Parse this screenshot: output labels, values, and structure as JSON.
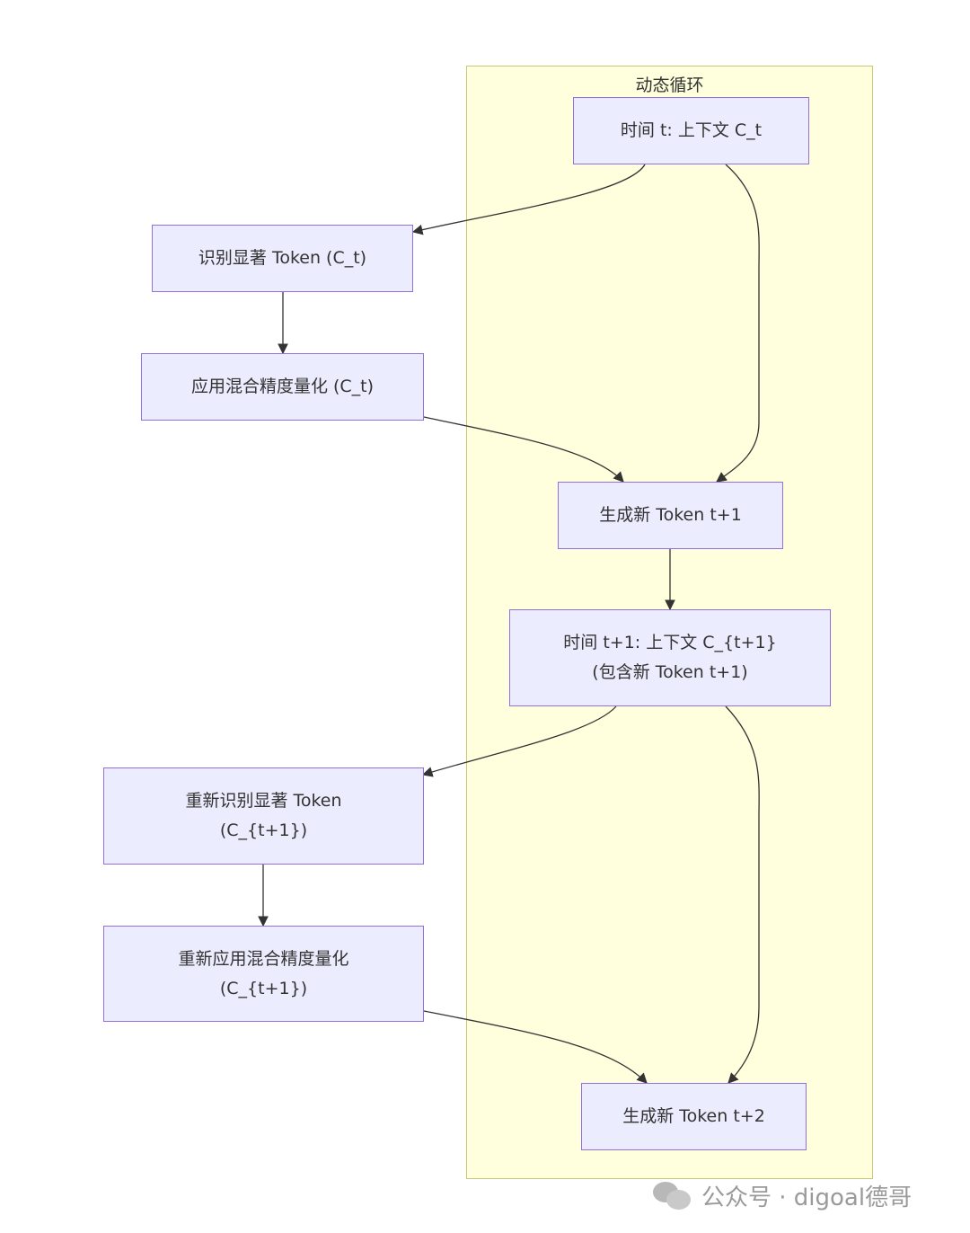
{
  "subgraph": {
    "title": "动态循环"
  },
  "nodes": {
    "ctx_t": {
      "lines": [
        "时间 t: 上下文 C_t"
      ]
    },
    "identify_t": {
      "lines": [
        "识别显著 Token (C_t)"
      ]
    },
    "quant_t": {
      "lines": [
        "应用混合精度量化 (C_t)"
      ]
    },
    "gen_t1": {
      "lines": [
        "生成新 Token t+1"
      ]
    },
    "ctx_t1": {
      "lines": [
        "时间 t+1: 上下文 C_{t+1}",
        "(包含新 Token t+1)"
      ]
    },
    "reidentify": {
      "lines": [
        "重新识别显著 Token",
        "(C_{t+1})"
      ]
    },
    "requant": {
      "lines": [
        "重新应用混合精度量化",
        "(C_{t+1})"
      ]
    },
    "gen_t2": {
      "lines": [
        "生成新 Token t+2"
      ]
    }
  },
  "watermark": {
    "text": "公众号 · digoal德哥",
    "icon": "wechat-icon"
  },
  "colors": {
    "node_fill": "#ececff",
    "node_border": "#9370db",
    "subgraph_fill": "#ffffde",
    "subgraph_border": "#c8c878",
    "edge": "#333333"
  }
}
